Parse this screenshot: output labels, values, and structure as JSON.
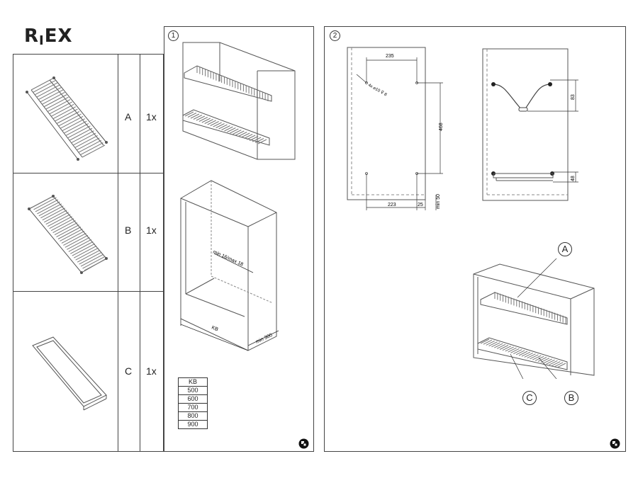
{
  "brand": {
    "logo": "RIEX"
  },
  "parts_list": [
    {
      "letter": "A",
      "qty": "1x"
    },
    {
      "letter": "B",
      "qty": "1x"
    },
    {
      "letter": "C",
      "qty": "1x"
    }
  ],
  "step1": {
    "number": "1",
    "dim_side": "min 16/max 18",
    "dim_width": "KB",
    "dim_depth": "min 300",
    "kb_table": {
      "header": "KB",
      "values": [
        "500",
        "600",
        "700",
        "800",
        "900"
      ]
    }
  },
  "step2": {
    "number": "2",
    "dim_top": "235",
    "dim_holes": "4x ⌀10 ⊽ 8",
    "dim_height": "468",
    "dim_bottom": "223",
    "dim_bottom_right": "25",
    "dim_min_bottom": "min 50",
    "dim_upper_rack": "83",
    "dim_lower_rack": "48",
    "callouts": {
      "a": "A",
      "b": "B",
      "c": "C"
    }
  }
}
